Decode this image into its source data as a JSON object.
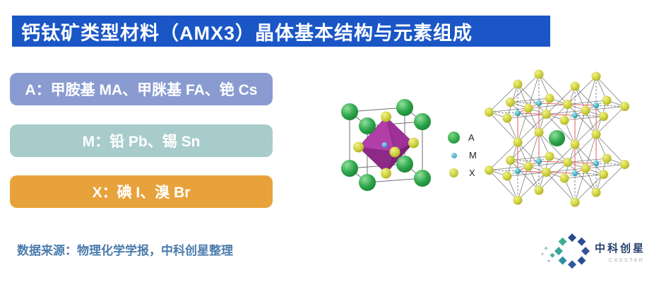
{
  "header": {
    "title": "钙钛矿类型材料（AMX3）晶体基本结构与元素组成",
    "bg_color": "#1A56C6"
  },
  "element_boxes": [
    {
      "id": "A",
      "label": "A：甲胺基 MA、甲脒基 FA、铯 Cs",
      "color": "#8A9BD1"
    },
    {
      "id": "M",
      "label": "M：铅 Pb、锡 Sn",
      "color": "#A7CCCB"
    },
    {
      "id": "X",
      "label": "X：碘 I、溴 Br",
      "color": "#E8A23C"
    }
  ],
  "legend": {
    "items": [
      {
        "label": "A",
        "color": "#2CA44A",
        "dot": "large-green"
      },
      {
        "label": "M",
        "color": "#3FB3C4",
        "dot": "small-cyan"
      },
      {
        "label": "X",
        "color": "#C9CC3E",
        "dot": "medium-yellow"
      }
    ]
  },
  "figures": {
    "unit_cell": "AMX3 cubic unit cell with corner A atoms, central M atom and MX6 octahedron",
    "lattice": "Extended corner-sharing MX6 octahedra network with central A atom",
    "colors": {
      "a_sphere": "#2CA44A",
      "m_sphere_unitcell": "#58A8E0",
      "m_sphere_lattice": "#41B6C6",
      "x_sphere": "#CDD13E",
      "octahedron_light": "#B13EA9",
      "octahedron_mid": "#9E3097",
      "octahedron_dark": "#8D2A87",
      "octahedron_darker": "#7D2377",
      "octahedron_back": "#97308F",
      "cube_edge": "#707070",
      "bond_line": "#3A3A3A",
      "cell_edge_red": "#E06A6A"
    }
  },
  "source": {
    "text": "数据来源：物理化学学报，中科创星整理"
  },
  "logo": {
    "name": "中科创星",
    "subtitle": "CASSTAR",
    "brand_navy": "#2A4A8C",
    "brand_teal": "#35A79C"
  }
}
